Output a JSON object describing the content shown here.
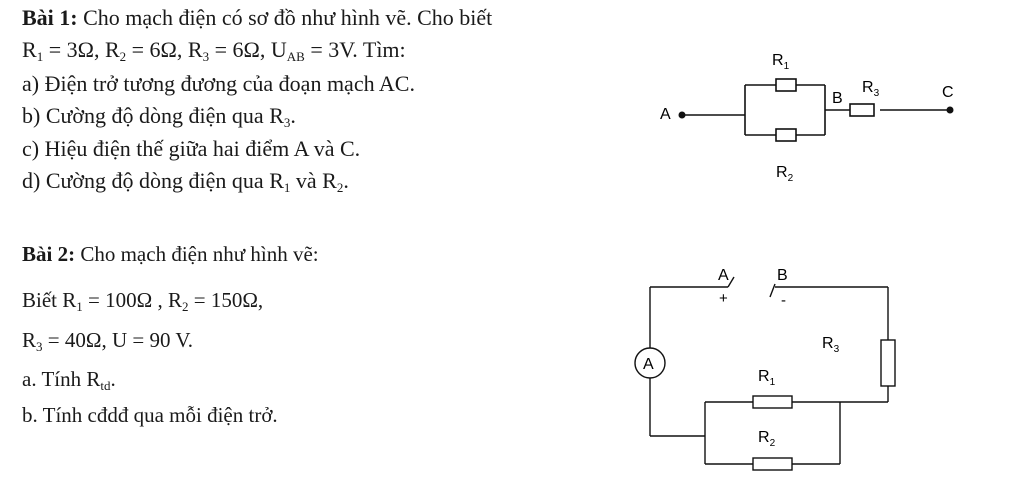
{
  "problem1": {
    "title": "Bài 1:",
    "intro": "Cho mạch điện có sơ đồ như hình vẽ. Cho biết",
    "givens": {
      "r1": "R",
      "r1_sub": "1",
      "r1_val": " = 3Ω, ",
      "r2": "R",
      "r2_sub": "2",
      "r2_val": " = 6Ω, ",
      "r3": "R",
      "r3_sub": "3",
      "r3_val": " = 6Ω, ",
      "u": "U",
      "u_sub": "AB",
      "u_val": " = 3V. Tìm:"
    },
    "q_a": "a) Điện trở tương đương của đoạn mạch AC.",
    "q_b_text": "b) Cường độ dòng điện qua R",
    "q_b_sub": "3",
    "q_b_end": ".",
    "q_c": "c) Hiệu điện thế giữa hai điểm A và C.",
    "q_d_text": "d) Cường độ dòng điện qua R",
    "q_d_sub1": "1",
    "q_d_mid": " và R",
    "q_d_sub2": "2",
    "q_d_end": ".",
    "circuit": {
      "label_r1": "R",
      "label_r1_sub": "1",
      "label_r2": "R",
      "label_r2_sub": "2",
      "label_r3": "R",
      "label_r3_sub": "3",
      "node_a": "A",
      "node_b": "B",
      "node_c": "C"
    }
  },
  "problem2": {
    "title": "Bài 2:",
    "intro": "Cho mạch điện như hình vẽ:",
    "given1_a": "Biết R",
    "given1_s1": "1",
    "given1_b": " = 100Ω , R",
    "given1_s2": "2",
    "given1_c": " = 150Ω,",
    "given2_a": "R",
    "given2_s1": "3",
    "given2_b": " = 40Ω, U = 90 V.",
    "q_a_text": "a. Tính R",
    "q_a_sub": "td",
    "q_a_end": ".",
    "q_b": "b. Tính cđdđ qua mỗi điện trở.",
    "circuit": {
      "terminal_a": "A",
      "terminal_b": "B",
      "plus": "+",
      "minus": "-",
      "ammeter": "A",
      "label_r1": "R",
      "label_r1_sub": "1",
      "label_r2": "R",
      "label_r2_sub": "2",
      "label_r3": "R",
      "label_r3_sub": "3"
    }
  }
}
